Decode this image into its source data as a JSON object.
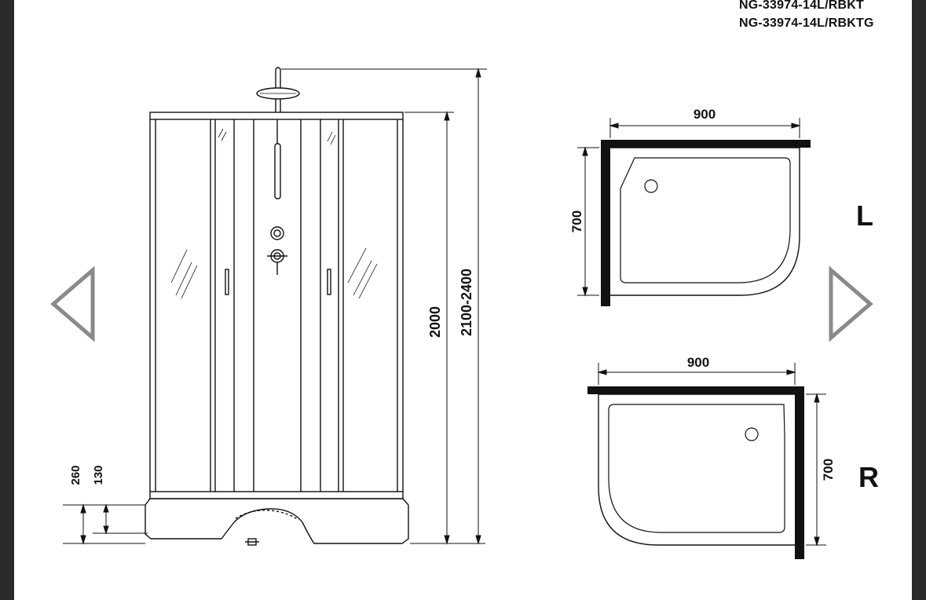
{
  "viewer": {
    "prev_icon": "triangle-left-icon",
    "next_icon": "triangle-right-icon",
    "arrow_color": "#8a8a8a"
  },
  "models": {
    "line1": "NG-33974-14L/RBKT",
    "line2": "NG-33974-14L/RBKTG"
  },
  "front_view": {
    "dim_height": "2000",
    "dim_total": "2100-2400",
    "dim_base": "260",
    "dim_tray": "130"
  },
  "plan_left": {
    "width": "900",
    "depth": "700",
    "side": "L"
  },
  "plan_right": {
    "width": "900",
    "depth": "700",
    "side": "R"
  }
}
